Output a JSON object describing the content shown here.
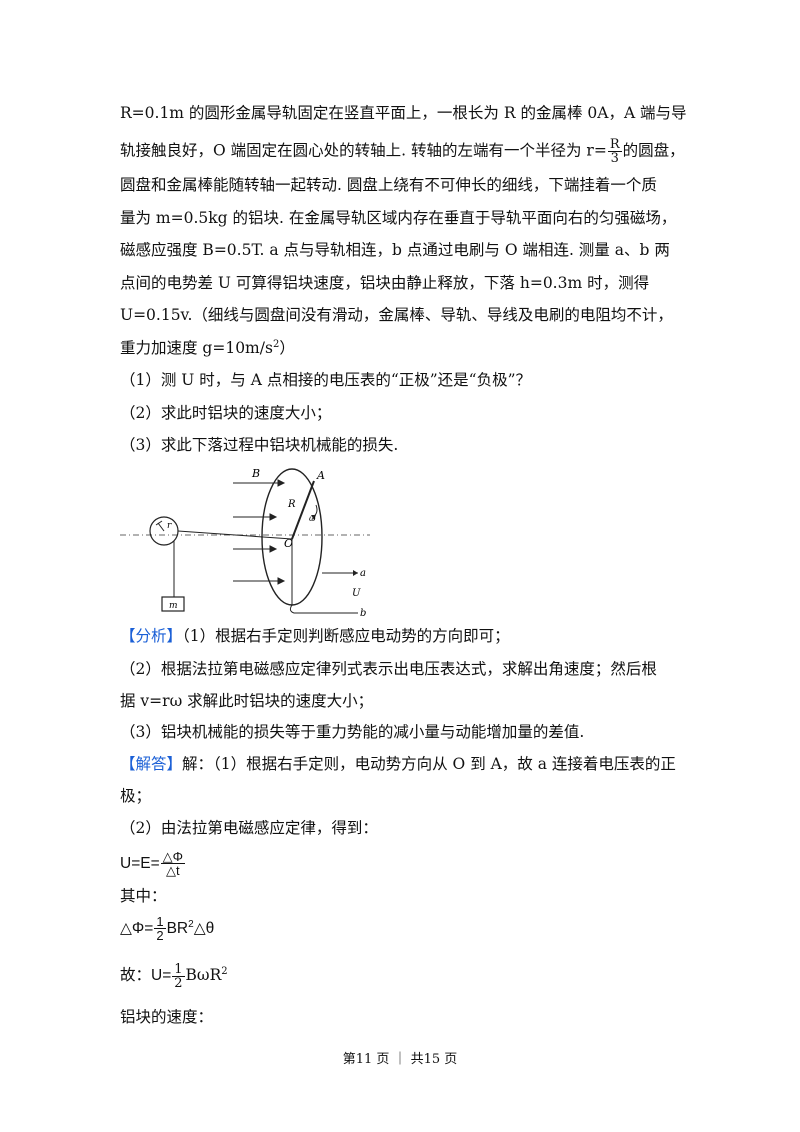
{
  "problem": {
    "lines": [
      "R=0.1m 的圆形金属导轨固定在竖直平面上，一根长为 R 的金属棒 0A，A 端与导",
      "轨接触良好，O 端固定在圆心处的转轴上. 转轴的左端有一个半径为 r=",
      "的圆盘，",
      "圆盘和金属棒能随转轴一起转动. 圆盘上绕有不可伸长的细线，下端挂着一个质",
      "量为 m=0.5kg 的铝块. 在金属导轨区域内存在垂直于导轨平面向右的匀强磁场，",
      "磁感应强度 B=0.5T. a 点与导轨相连，b 点通过电刷与 O 端相连. 测量 a、b 两",
      "点间的电势差 U 可算得铝块速度，铝块由静止释放，下落 h=0.3m 时，测得",
      "U=0.15v.（细线与圆盘间没有滑动，金属棒、导轨、导线及电刷的电阻均不计，",
      "重力加速度 g=10m/s",
      "2",
      "）"
    ],
    "frac_r": {
      "num": "R",
      "den": "3"
    },
    "questions": [
      "（1）测 U 时，与 A 点相接的电压表的“正极”还是“负极”？",
      "（2）求此时铝块的速度大小；",
      "（3）求此下落过程中铝块机械能的损失."
    ]
  },
  "figure": {
    "labels": {
      "B": "B",
      "A": "A",
      "R": "R",
      "omega": "ω",
      "O": "O",
      "a": "a",
      "U": "U",
      "b": "b",
      "m": "m",
      "r": "r"
    }
  },
  "analysis": {
    "tag": "【分析】",
    "lines": [
      "（1）根据右手定则判断感应电动势的方向即可；",
      "（2）根据法拉第电磁感应定律列式表示出电压表达式，求解出角速度；然后根",
      "据 v=rω 求解此时铝块的速度大小；",
      "（3）铝块机械能的损失等于重力势能的减小量与动能增加量的差值."
    ]
  },
  "solution": {
    "tag": "【解答】",
    "lines": [
      "解：（1）根据右手定则，电动势方向从 O 到 A，故 a 连接着电压表的正",
      "极；",
      "（2）由法拉第电磁感应定律，得到：",
      "其中：",
      "故：",
      "铝块的速度："
    ],
    "eq1": {
      "lhs": "U=E=",
      "num": "△Φ",
      "den": "△t"
    },
    "eq2": {
      "lhs": "△Φ=",
      "num": "1",
      "den": "2",
      "rhs": "BR",
      "sup": "2",
      "tail": "△θ"
    },
    "eq3": {
      "lhs": "U=",
      "num": "1",
      "den": "2",
      "rhs": "BωR",
      "sup": "2"
    }
  },
  "footer": {
    "text": "第11 页  ｜  共15 页"
  }
}
